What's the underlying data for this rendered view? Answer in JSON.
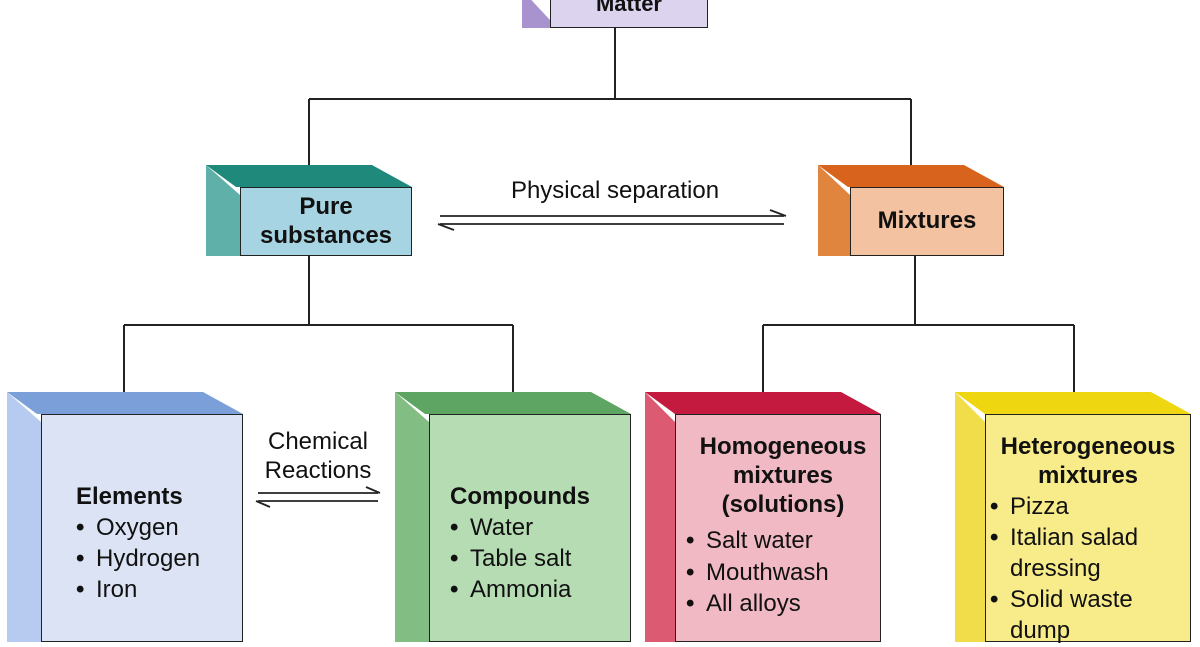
{
  "root": {
    "label": "Matter"
  },
  "level1": {
    "pure": {
      "label_line1": "Pure",
      "label_line2": "substances"
    },
    "mixtures": {
      "label": "Mixtures"
    },
    "arrow_label": "Physical separation"
  },
  "level2": {
    "elements": {
      "title": "Elements",
      "items": [
        "Oxygen",
        "Hydrogen",
        "Iron"
      ]
    },
    "compounds": {
      "title": "Compounds",
      "items": [
        "Water",
        "Table salt",
        "Ammonia"
      ]
    },
    "homogeneous": {
      "title_line1": "Homogeneous",
      "title_line2": "mixtures",
      "title_line3": "(solutions)",
      "items": [
        "Salt water",
        "Mouthwash",
        "All alloys"
      ]
    },
    "heterogeneous": {
      "title_line1": "Heterogeneous",
      "title_line2": "mixtures",
      "items": [
        "Pizza",
        "Italian salad",
        "dressing",
        "Solid waste",
        "dump"
      ]
    },
    "reaction_label_line1": "Chemical",
    "reaction_label_line2": "Reactions"
  },
  "colors": {
    "matter": "#dcd3ef",
    "pure": "#a6d4e2",
    "mixtures": "#f3c2a0",
    "elements": "#dbe3f5",
    "compounds": "#b6dcb4",
    "homogeneous": "#f0b9c3",
    "heterogeneous": "#f8ec8a"
  }
}
